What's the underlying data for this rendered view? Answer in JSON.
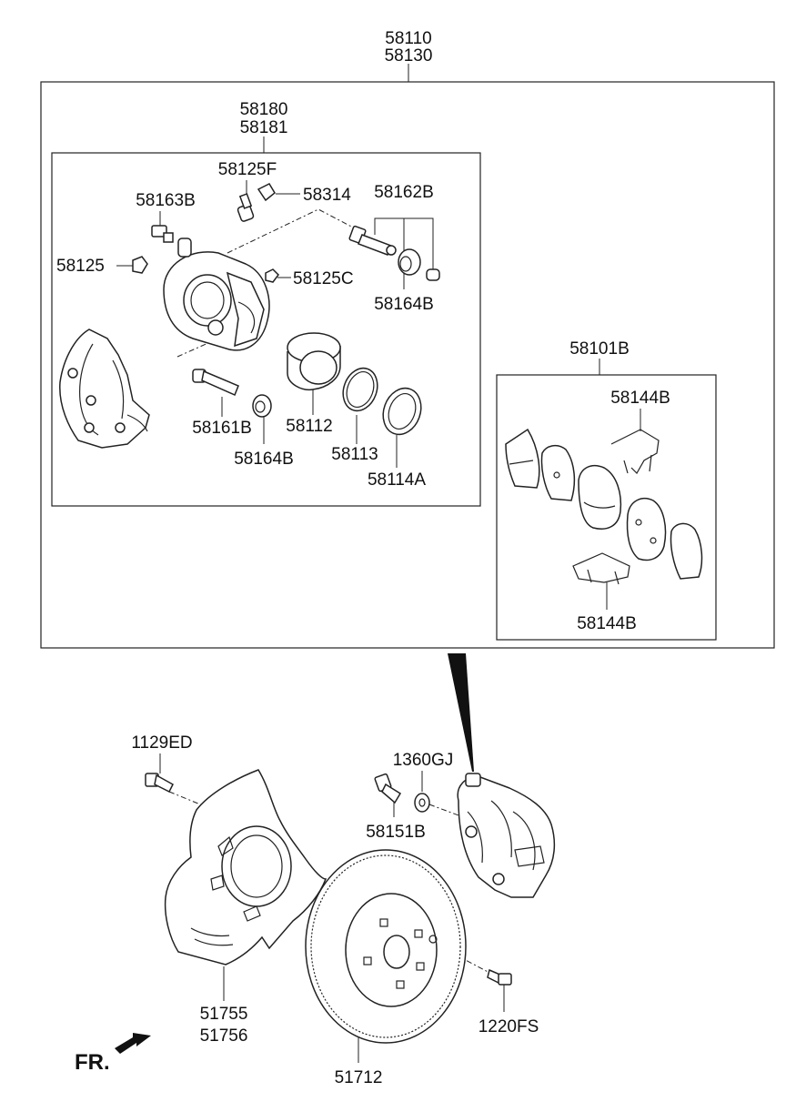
{
  "parts": {
    "assembly_top": [
      "58110",
      "58130"
    ],
    "caliper_kit": [
      "58180",
      "58181"
    ],
    "p58125F": "58125F",
    "p58314": "58314",
    "p58163B": "58163B",
    "p58162B": "58162B",
    "p58125": "58125",
    "p58125C": "58125C",
    "p58164B_top": "58164B",
    "p58161B": "58161B",
    "p58112": "58112",
    "p58164B_bottom": "58164B",
    "p58113": "58113",
    "p58114A": "58114A",
    "pad_kit": "58101B",
    "p58144B_top": "58144B",
    "p58144B_bottom": "58144B",
    "p1129ED": "1129ED",
    "p1360GJ": "1360GJ",
    "p58151B": "58151B",
    "dust_shield": [
      "51755",
      "51756"
    ],
    "p1220FS": "1220FS",
    "disc": "51712",
    "direction": "FR."
  }
}
